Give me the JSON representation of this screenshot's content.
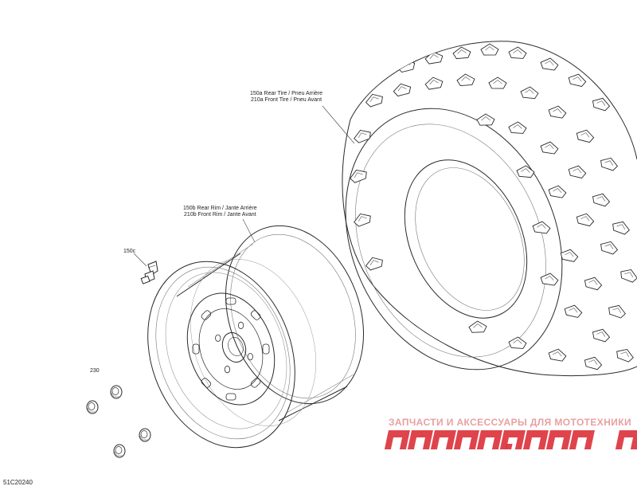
{
  "callouts": {
    "tire": {
      "line1": "150a Rear Tire / Pneu Arrière",
      "line2": "210a Front Tire / Pneu Avant"
    },
    "rim": {
      "line1": "150b Rear Rim / Jante Arrière",
      "line2": "210b Front Rim / Jante Avant"
    },
    "valve": "150c",
    "nut": "230"
  },
  "drawing_id": "51C20240",
  "watermark": {
    "text": "ЗАПЧАСТИ И АКСЕССУАРЫ ДЛЯ МОТОТЕХНИКИ",
    "logo": "PARTSFOR.RU",
    "color": "#d9232d"
  }
}
